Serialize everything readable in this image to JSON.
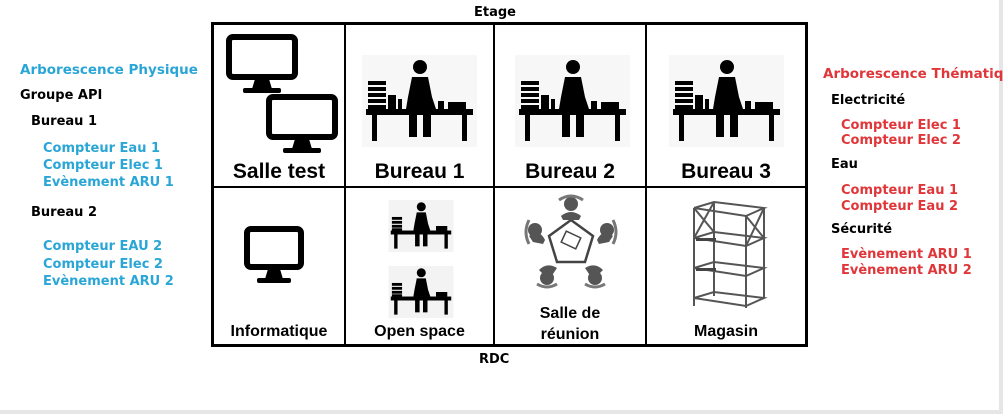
{
  "left_tree": {
    "title": "Arborescence Physique",
    "group": "Groupe API",
    "bureau1": {
      "label": "Bureau 1",
      "items": [
        "Compteur Eau 1",
        "Compteur Elec 1",
        "Evènement ARU 1"
      ]
    },
    "bureau2": {
      "label": "Bureau 2",
      "items": [
        "Compteur EAU 2",
        "Compteur Elec 2",
        "Evènement ARU 2"
      ]
    }
  },
  "right_tree": {
    "title": "Arborescence Thématique",
    "electricite": {
      "label": "Electricité",
      "items": [
        "Compteur Elec 1",
        "Compteur Elec 2"
      ]
    },
    "eau": {
      "label": "Eau",
      "items": [
        "Compteur Eau 1",
        "Compteur Eau 2"
      ]
    },
    "securite": {
      "label": "Sécurité",
      "items": [
        "Evènement ARU 1",
        "Evènement ARU 2"
      ]
    }
  },
  "grid": {
    "top_label": "Etage",
    "bottom_label": "RDC",
    "etage": [
      "Salle test",
      "Bureau 1",
      "Bureau 2",
      "Bureau 3"
    ],
    "rdc": {
      "informatique": "Informatique",
      "open_space": "Open space",
      "salle_reunion_line1": "Salle de",
      "salle_reunion_line2": "réunion",
      "magasin": "Magasin"
    }
  },
  "colors": {
    "physical": "#2aa6d6",
    "thematic": "#e0363a"
  },
  "icons": [
    "monitor-icon",
    "office-worker-icon",
    "meeting-table-icon",
    "shelving-icon"
  ]
}
